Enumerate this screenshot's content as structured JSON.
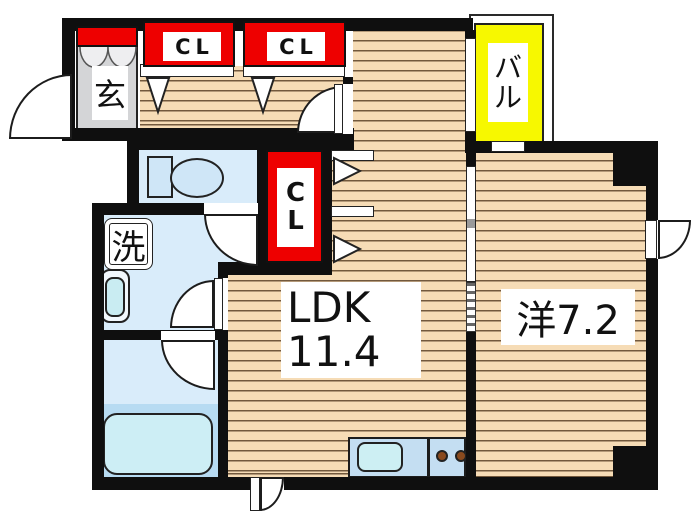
{
  "title": "apartment-floor-plan",
  "rooms": {
    "entrance": {
      "label": "玄"
    },
    "hall_closet_1": {
      "label": "CL"
    },
    "hall_closet_2": {
      "label": "CL"
    },
    "ldk_closet": {
      "line1": "C",
      "line2": "L"
    },
    "balcony": {
      "line1": "バ",
      "line2": "ル"
    },
    "laundry": {
      "label": "洗"
    },
    "ldk": {
      "line1": "LDK",
      "line2": "11.4"
    },
    "western_room": {
      "label": "洋7.2"
    }
  },
  "colors": {
    "closet_red": "#ee0000",
    "balcony_yellow": "#f7f800",
    "wood_floor": "#f6dcb6",
    "wet_area_blue": "#d9ecfa",
    "entrance_gray": "#d4d5d7",
    "wall_black": "#0f0f0f",
    "counter_blue": "#c4def2",
    "tub_cyan": "#cdeef5"
  }
}
